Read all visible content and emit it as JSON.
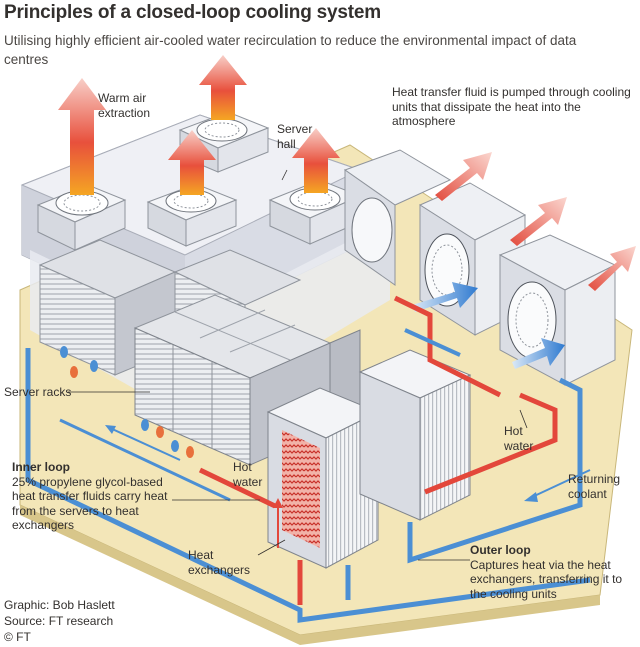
{
  "title": "Principles of a closed-loop cooling system",
  "subtitle": "Utilising highly efficient air-cooled water recirculation to reduce the environmental impact of data centres",
  "labels": {
    "warm_air": "Warm air extraction",
    "server_hall": "Server hall",
    "heat_transfer": "Heat transfer fluid is pumped through cooling units that dissipate the heat into the atmosphere",
    "server_racks": "Server racks",
    "hot_water_right": "Hot water",
    "hot_water_left": "Hot water",
    "inner_loop_title": "Inner loop",
    "inner_loop_text": "25% propylene glycol-based heat transfer fluids carry heat from the servers to heat exchangers",
    "returning_coolant": "Returning coolant",
    "heat_exchangers": "Heat exchangers",
    "outer_loop_title": "Outer loop",
    "outer_loop_text": "Captures heat via the heat exchangers, transferring it to the cooling units"
  },
  "credits": {
    "graphic": "Graphic: Bob Haslett",
    "source": "Source: FT research",
    "copyright": "© FT"
  },
  "colors": {
    "hot": "#e3473b",
    "cold": "#4b8fd4",
    "floor": "#f3e6b8",
    "hall": "#dcdfe8"
  }
}
